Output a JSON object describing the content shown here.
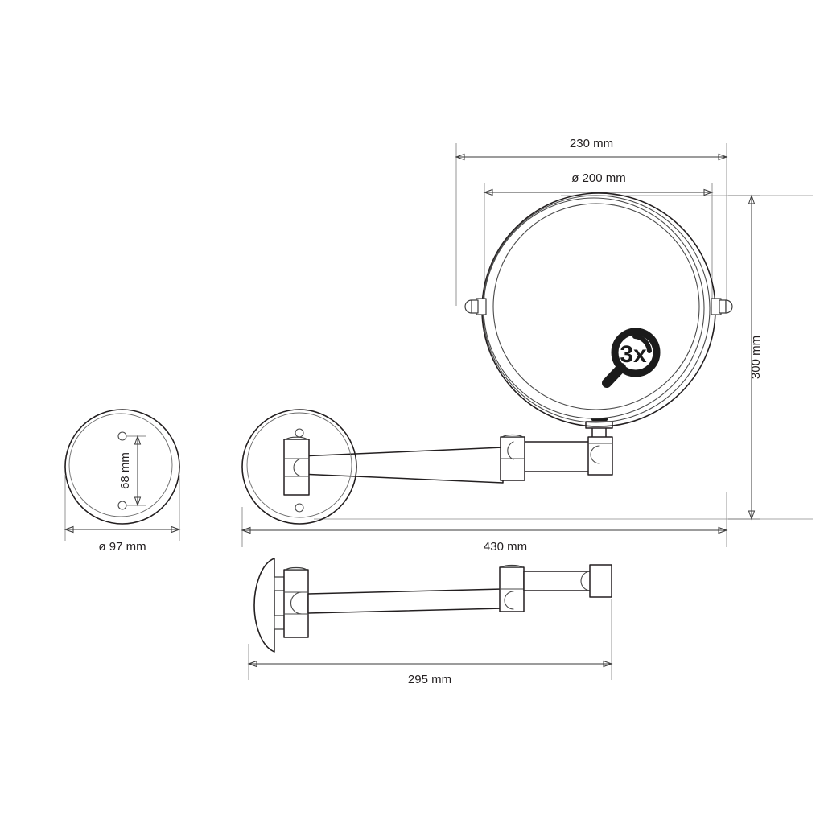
{
  "drawing": {
    "title": "Wall-mounted swivel cosmetic mirror technical drawing",
    "background_color": "#ffffff",
    "line_color": "#231f20",
    "dimension_color": "#3a3a3a",
    "reference_line_color": "#b9b9b9",
    "units": "mm"
  },
  "dimensions": {
    "overall_width": "230 mm",
    "mirror_diameter": "ø 200 mm",
    "overall_height": "300 mm",
    "overall_reach": "430 mm",
    "side_reach": "295 mm",
    "plate_diameter": "ø 97 mm",
    "hole_spacing": "68 mm"
  },
  "badge": {
    "magnification": "3x",
    "icon": "magnifier-icon"
  },
  "views": {
    "plate_detail": "wall-plate-front-view",
    "front": "mirror-front-view",
    "side": "mirror-side-view"
  }
}
